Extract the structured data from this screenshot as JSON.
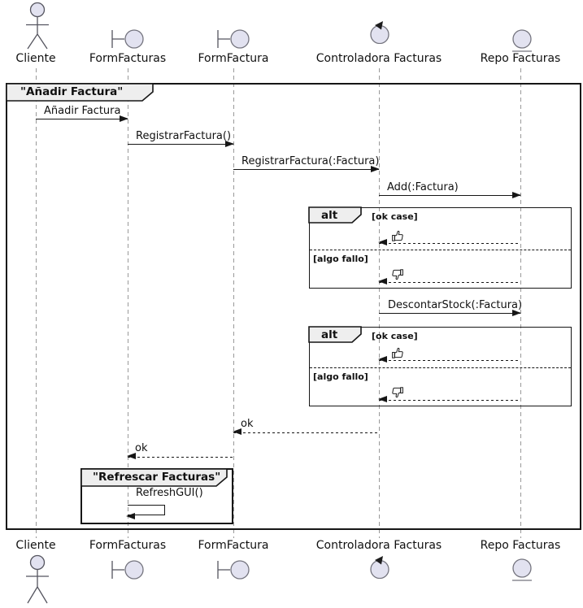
{
  "frame": {
    "title": "\"Añadir Factura\""
  },
  "inner_frame": {
    "title": "\"Refrescar Facturas\""
  },
  "participants": [
    {
      "name": "Cliente",
      "icon": "actor"
    },
    {
      "name": "FormFacturas",
      "icon": "boundary"
    },
    {
      "name": "FormFactura",
      "icon": "boundary"
    },
    {
      "name": "Controladora Facturas",
      "icon": "control"
    },
    {
      "name": "Repo Facturas",
      "icon": "entity"
    }
  ],
  "messages": [
    {
      "from": "Cliente",
      "to": "FormFacturas",
      "label": "Añadir Factura",
      "style": "solid"
    },
    {
      "from": "FormFacturas",
      "to": "FormFactura",
      "label": "RegistrarFactura()",
      "style": "solid"
    },
    {
      "from": "FormFactura",
      "to": "Controladora Facturas",
      "label": "RegistrarFactura(:Factura)",
      "style": "solid"
    },
    {
      "from": "Controladora Facturas",
      "to": "Repo Facturas",
      "label": "Add(:Factura)",
      "style": "solid"
    },
    {
      "from": "Repo Facturas",
      "to": "Controladora Facturas",
      "label": "👍",
      "icon": "thumbs-up",
      "style": "dashed"
    },
    {
      "from": "Repo Facturas",
      "to": "Controladora Facturas",
      "label": "👎",
      "icon": "thumbs-down",
      "style": "dashed"
    },
    {
      "from": "Controladora Facturas",
      "to": "Repo Facturas",
      "label": "DescontarStock(:Factura)",
      "style": "solid"
    },
    {
      "from": "Repo Facturas",
      "to": "Controladora Facturas",
      "label": "👍",
      "icon": "thumbs-up",
      "style": "dashed"
    },
    {
      "from": "Repo Facturas",
      "to": "Controladora Facturas",
      "label": "👎",
      "icon": "thumbs-down",
      "style": "dashed"
    },
    {
      "from": "Controladora Facturas",
      "to": "FormFactura",
      "label": "ok",
      "style": "dashed"
    },
    {
      "from": "FormFactura",
      "to": "FormFacturas",
      "label": "ok",
      "style": "dashed"
    },
    {
      "from": "FormFacturas",
      "to": "FormFacturas",
      "label": "RefreshGUI()",
      "style": "self"
    }
  ],
  "fragments": [
    {
      "operator": "alt",
      "guards": [
        "[ok case]",
        "[algo fallo]"
      ]
    },
    {
      "operator": "alt",
      "guards": [
        "[ok case]",
        "[algo fallo]"
      ]
    }
  ],
  "colors": {
    "participant_fill": "#E2E2F0",
    "participant_stroke": "#74747e",
    "frame_label_fill": "#EEEEEE",
    "line_color": "#181818",
    "lifeline_color": "#999999"
  }
}
